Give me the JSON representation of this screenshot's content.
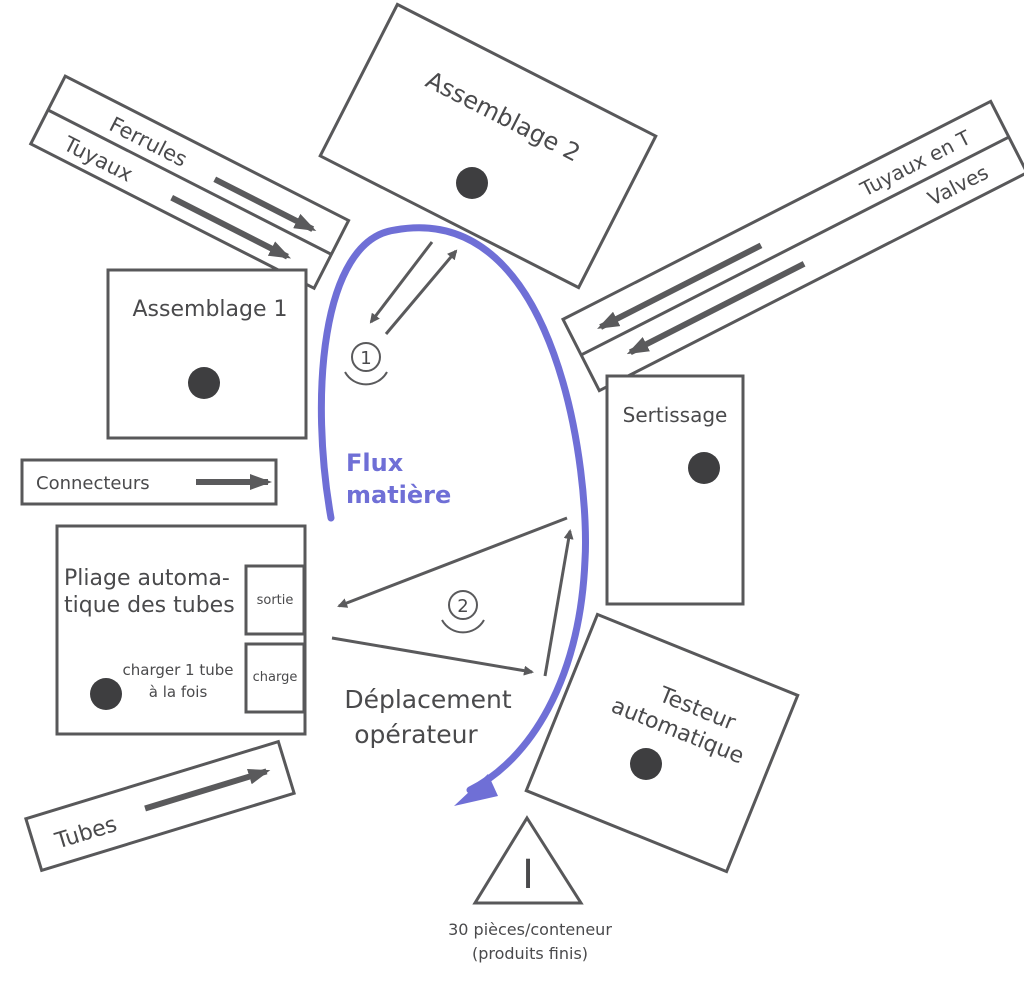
{
  "stations": {
    "assemblage2": "Assemblage 2",
    "assemblage1": "Assemblage 1",
    "sertissage": "Sertissage",
    "testeur_line1": "Testeur",
    "testeur_line2": "automatique",
    "pliage_line1": "Pliage automa-",
    "pliage_line2": "tique des tubes",
    "sortie": "sortie",
    "charge": "charge",
    "charger_line1": "charger 1 tube",
    "charger_line2": "à la fois"
  },
  "inputs": {
    "ferrules": "Ferrules",
    "tuyaux": "Tuyaux",
    "tuyaux_en_t": "Tuyaux en T",
    "valves": "Valves",
    "connecteurs": "Connecteurs",
    "tubes": "Tubes"
  },
  "flow": {
    "line1": "Flux",
    "line2": "matière",
    "color": "#6f6fd6"
  },
  "operator": {
    "line1": "Déplacement",
    "line2": "opérateur",
    "step1": "1",
    "step2": "2"
  },
  "inventory": {
    "symbol": "I",
    "line1": "30 pièces/conteneur",
    "line2": "(produits finis)"
  }
}
